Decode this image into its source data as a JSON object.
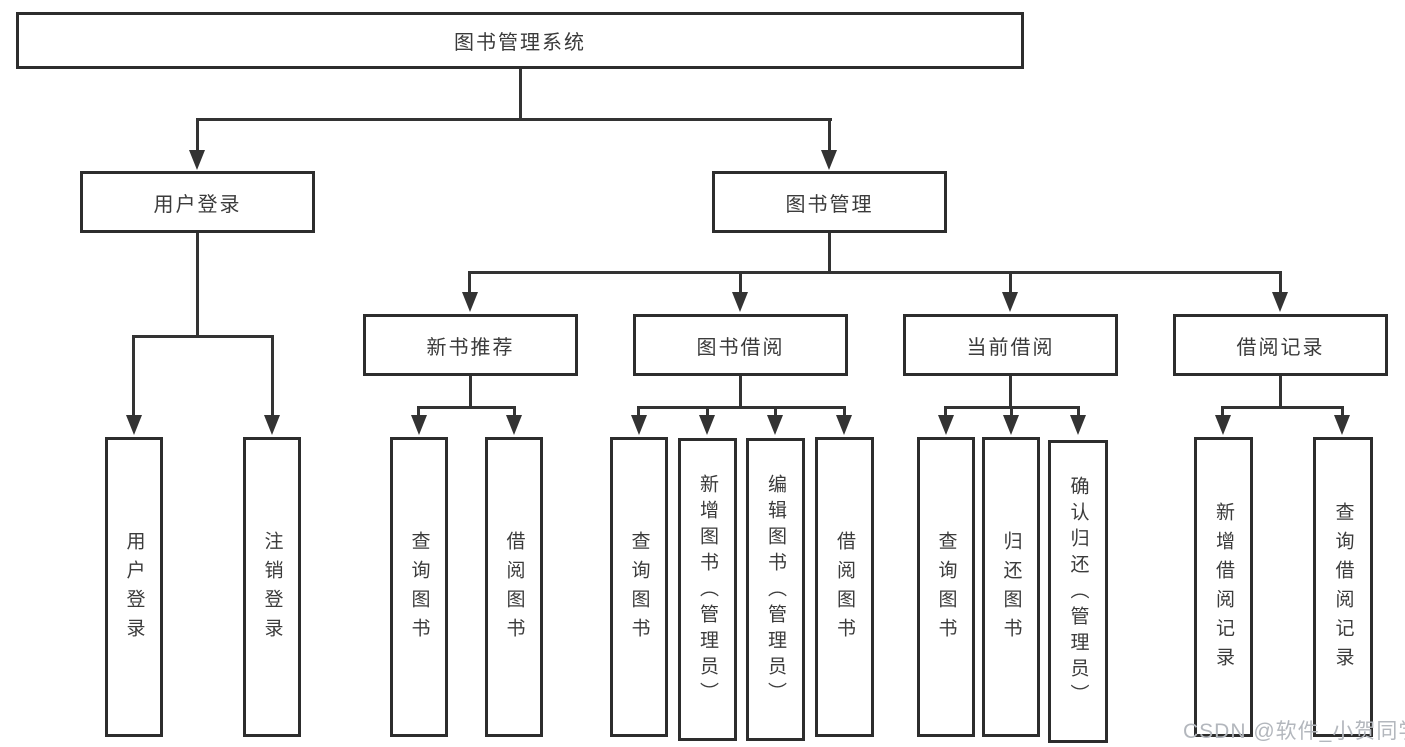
{
  "diagram": {
    "root": {
      "label": "图书管理系统"
    },
    "user_login": {
      "label": "用户登录",
      "children": [
        {
          "label": "用户登录"
        },
        {
          "label": "注销登录"
        }
      ]
    },
    "book_management": {
      "label": "图书管理",
      "modules": [
        {
          "label": "新书推荐",
          "children": [
            {
              "label": "查询图书"
            },
            {
              "label": "借阅图书"
            }
          ]
        },
        {
          "label": "图书借阅",
          "children": [
            {
              "label": "查询图书"
            },
            {
              "label": "新增图书（管理员）"
            },
            {
              "label": "编辑图书（管理员）"
            },
            {
              "label": "借阅图书"
            }
          ]
        },
        {
          "label": "当前借阅",
          "children": [
            {
              "label": "查询图书"
            },
            {
              "label": "归还图书"
            },
            {
              "label": "确认归还（管理员）"
            }
          ]
        },
        {
          "label": "借阅记录",
          "children": [
            {
              "label": "新增借阅记录"
            },
            {
              "label": "查询借阅记录"
            }
          ]
        }
      ]
    },
    "colors": {
      "line": "#333333",
      "box_border": "#2d2d2d",
      "text": "#3b3b3b",
      "watermark": "#b3b7bd",
      "background": "#ffffff"
    }
  },
  "watermark": "CSDN @软件_小贺同学"
}
